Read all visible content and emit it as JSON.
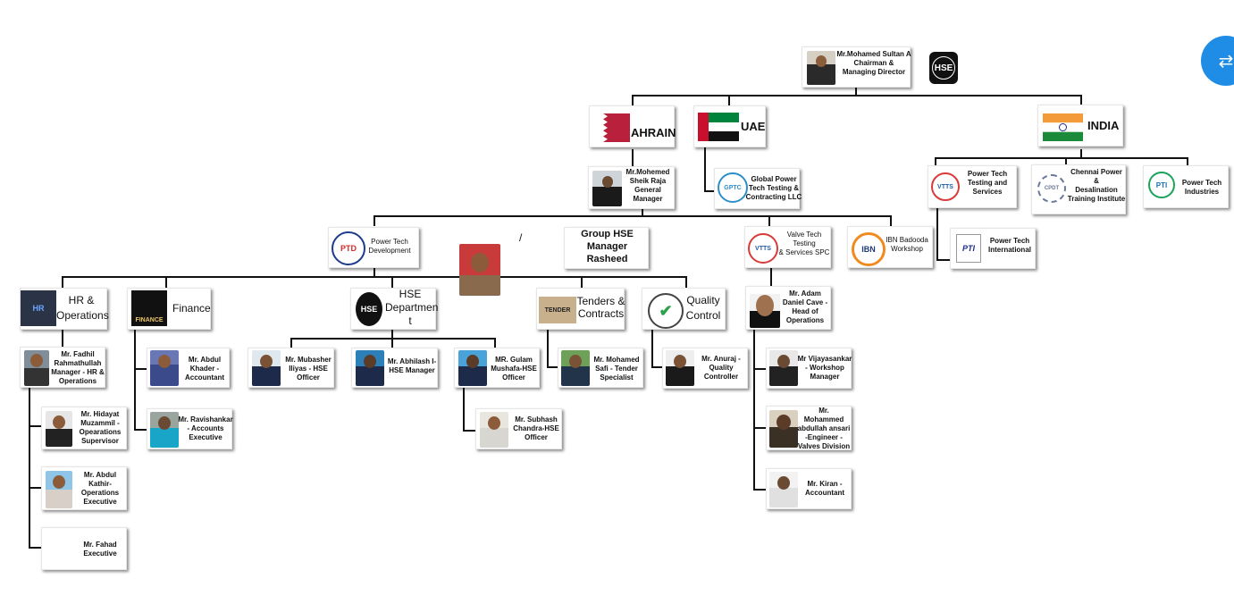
{
  "chairman": {
    "name": "Mr.Mohamed Sultan A\nChairman &\nManaging Director"
  },
  "hse_badge": "HSE",
  "countries": {
    "bahrain": "AHRAIN",
    "uae": "UAE",
    "india": "INDIA"
  },
  "gm": {
    "name": "Mr.Mohemed\nSheik Raja\nGeneral\nManager"
  },
  "uae_company": {
    "name": "Global Power\nTech Testing &\nContracting LLC",
    "logo": "GPTC"
  },
  "india_companies": [
    {
      "name": "Power Tech\nTesting and\nServices",
      "logo": "VTTS"
    },
    {
      "name": "Chennai Power\n&\nDesalination\nTraining Institute",
      "logo": "CPDT"
    },
    {
      "name": "Power Tech\nIndustries",
      "logo": "PTI"
    },
    {
      "name": "Power Tech\nInternational",
      "logo": "PTI"
    }
  ],
  "bahrain_units": [
    {
      "name": "Power Tech\nDevelopment",
      "logo": "PTD"
    },
    {
      "name": "Group HSE\nManager\nRasheed"
    },
    {
      "name": "Valve Tech\nTesting\n& Services SPC",
      "logo": "VTTS"
    },
    {
      "name": "IBN Badooda\nWorkshop",
      "logo": "IBN"
    }
  ],
  "slash": "/",
  "departments": [
    {
      "name": "HR &\nOperations",
      "logo": "HR"
    },
    {
      "name": "Finance",
      "logo": "FINANCE"
    },
    {
      "name": "HSE\nDepartmen\nt",
      "logo": "HSE"
    },
    {
      "name": "Tenders &\nContracts",
      "logo": "TENDER"
    },
    {
      "name": "Quality\nControl",
      "logo": "QC"
    }
  ],
  "people": {
    "fadhil": "Mr. Fadhil\nRahmathullah\nManager - HR &\nOperations",
    "hidayat": "Mr. Hidayat\nMuzammil -\nOpearations\nSupervisor",
    "kathir": "Mr. Abdul\nKathir-\nOperations\nExecutive",
    "fahad": "Mr. Fahad\nExecutive",
    "abdul_khader": "Mr. Abdul\nKhader -\nAccountant",
    "ravishankar": "Mr. Ravishankar\n- Accounts\nExecutive",
    "mubasher": "Mr. Mubasher\nIliyas - HSE\nOfficer",
    "abhilash": "Mr. Abhilash  I-\nHSE Manager",
    "gulam": "MR. Gulam\nMushafa-HSE\nOfficer",
    "subhash": "Mr. Subhash\nChandra-HSE\nOfficer",
    "safi": "Mr. Mohamed\nSafi - Tender\nSpecialist",
    "anuraj": "Mr. Anuraj -\nQuality\nController",
    "adam": "Mr. Adam\nDaniel Cave -\nHead of\nOperations",
    "vijay": "Mr Vijayasankar\n- Workshop\nManager",
    "ansari": "Mr.\nMohammed\nabdullah ansari\n-Engineer -\nValves Division",
    "kiran": "Mr. Kiran -\nAccountant"
  }
}
